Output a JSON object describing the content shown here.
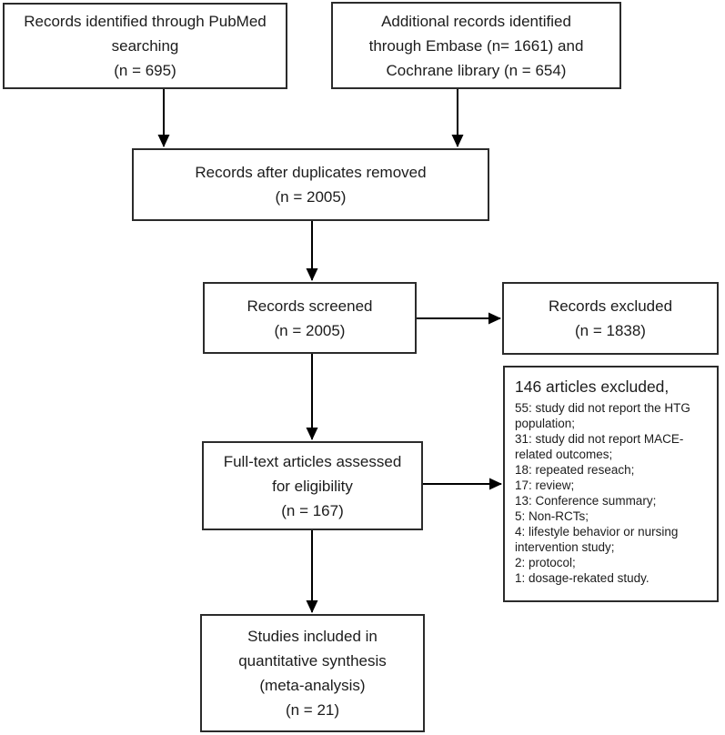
{
  "diagram": {
    "type": "prisma-flowchart",
    "colors": {
      "background": "#ffffff",
      "box_border": "#2b2b2b",
      "text": "#1c1c1c",
      "arrow": "#000000"
    },
    "boxes": {
      "records_pubmed": {
        "text": "Records identified through PubMed\nsearching\n(n = 695)"
      },
      "records_additional": {
        "text": "Additional records identified\nthrough Embase (n= 1661) and\nCochrane library (n = 654)"
      },
      "duplicates_removed": {
        "text": "Records after duplicates removed\n(n = 2005)"
      },
      "records_screened": {
        "text": "Records screened\n(n = 2005)"
      },
      "records_excluded": {
        "text": "Records excluded\n(n = 1838)"
      },
      "fulltext_assessed": {
        "text": "Full-text articles assessed\nfor eligibility\n(n = 167)"
      },
      "articles_excluded": {
        "title": "146 articles excluded,",
        "reasons": [
          "55: study did not report the HTG population;",
          "31: study did not report MACE-related outcomes;",
          "18: repeated reseach;",
          "17: review;",
          "13: Conference summary;",
          "5: Non-RCTs;",
          "4: lifestyle behavior or nursing intervention study;",
          "2: protocol;",
          "1: dosage-rekated study."
        ]
      },
      "studies_included": {
        "text": "Studies included in\nquantitative synthesis\n(meta-analysis)\n(n = 21)"
      }
    }
  }
}
